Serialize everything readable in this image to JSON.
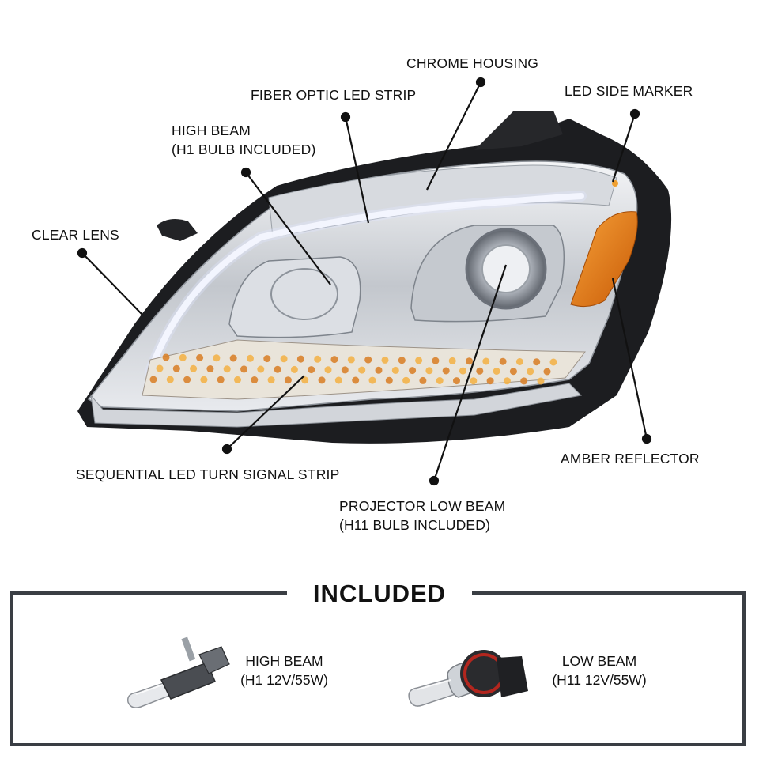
{
  "callouts": {
    "chrome_housing": "CHROME HOUSING",
    "fiber_optic": "FIBER OPTIC LED STRIP",
    "led_side_marker": "LED SIDE MARKER",
    "high_beam": [
      "HIGH BEAM",
      "(H1 BULB INCLUDED)"
    ],
    "clear_lens": "CLEAR LENS",
    "amber_reflector": "AMBER REFLECTOR",
    "sequential_led": "SEQUENTIAL LED TURN SIGNAL STRIP",
    "projector_low_beam": [
      "PROJECTOR LOW BEAM",
      "(H11 BULB INCLUDED)"
    ]
  },
  "included": {
    "title": "INCLUDED",
    "items": [
      {
        "line1": "HIGH BEAM",
        "line2": "(H1 12V/55W)",
        "icon": "h1-bulb-icon"
      },
      {
        "line1": "LOW BEAM",
        "line2": "(H11 12V/55W)",
        "icon": "h11-bulb-icon"
      }
    ]
  },
  "colors": {
    "frame": "#3a3e44",
    "amber": "#e07b10",
    "led_glow": "#f3b24a",
    "chrome": "#c9ccd2",
    "housing_black": "#1c1d20"
  }
}
